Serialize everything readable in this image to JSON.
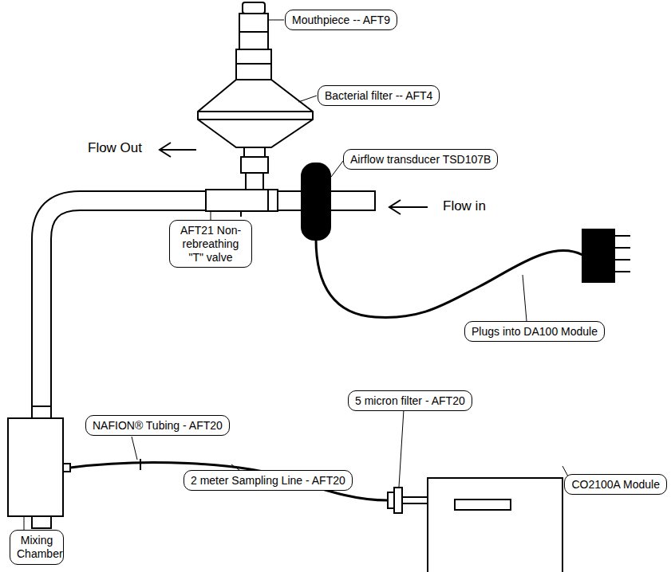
{
  "diagram": {
    "nodes": [
      {
        "text": [
          "Mouthpiece -- AFT9"
        ]
      },
      {
        "text": [
          "Bacterial filter -- AFT4"
        ]
      },
      {
        "text": [
          "Airflow transducer TSD107B"
        ]
      },
      {
        "text": [
          "AFT21 Non-rebreathing \"T\" valve"
        ]
      },
      {
        "text": [
          "Plugs into DA100 Module"
        ]
      },
      {
        "text": [
          "5 micron filter - AFT20"
        ]
      },
      {
        "text": [
          "NAFION® Tubing - AFT20"
        ]
      },
      {
        "text": [
          "2 meter Sampling Line - AFT20"
        ]
      },
      {
        "text": [
          "Mixing Chamber"
        ]
      },
      {
        "text": [
          "CO2100A Module"
        ]
      }
    ],
    "labels": [
      "Flow Out",
      "Flow in"
    ]
  }
}
